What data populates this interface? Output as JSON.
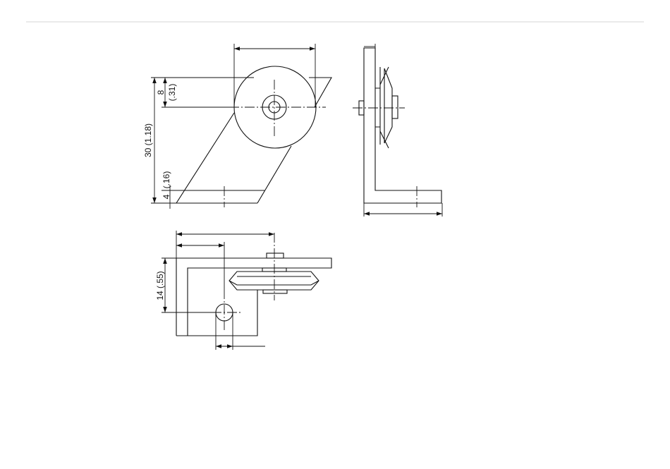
{
  "header": {
    "rule_color": "#d4d4d4"
  },
  "dimensions": {
    "offset_mm": "8",
    "offset_in": "(.31)",
    "height": "30 (1.18)",
    "base_mm": "4",
    "base_in": "(.16)",
    "depth": "14 (.55)"
  }
}
